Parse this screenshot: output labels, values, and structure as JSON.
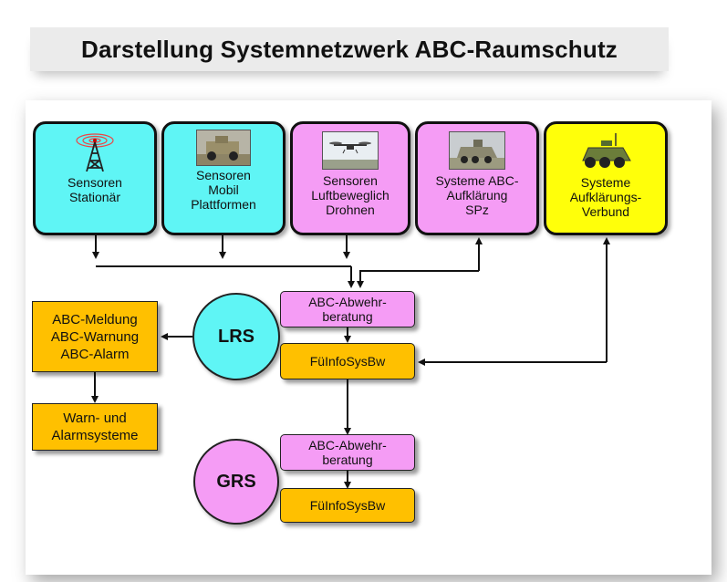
{
  "title": "Darstellung Systemnetzwerk ABC-Raumschutz",
  "sources": [
    {
      "id": "stationaer",
      "lines": [
        "Sensoren",
        "Stationär"
      ],
      "color": "#5ff5f5",
      "icon": "radio-tower-icon"
    },
    {
      "id": "mobil",
      "lines": [
        "Sensoren",
        "Mobil",
        "Plattformen"
      ],
      "color": "#5ff5f5",
      "icon": "armored-vehicle-photo"
    },
    {
      "id": "drohnen",
      "lines": [
        "Sensoren",
        "Luftbeweglich",
        "Drohnen"
      ],
      "color": "#f59cf5",
      "icon": "drone-photo"
    },
    {
      "id": "spz",
      "lines": [
        "Systeme ABC-",
        "Aufklärung",
        "SPz"
      ],
      "color": "#f59cf5",
      "icon": "recon-vehicle-photo"
    },
    {
      "id": "verbund",
      "lines": [
        "Systeme",
        "Aufklärungs-",
        "Verbund"
      ],
      "color": "#ffff0a",
      "icon": "recon-vehicle-icon"
    }
  ],
  "lrs": {
    "label": "LRS",
    "abwehr": [
      "ABC-Abwehr-",
      "beratung"
    ],
    "fuelinfo": "FüInfoSysBw"
  },
  "grs": {
    "label": "GRS",
    "abwehr": [
      "ABC-Abwehr-",
      "beratung"
    ],
    "fuelinfo": "FüInfoSysBw"
  },
  "outputs": {
    "meldung": [
      "ABC-Meldung",
      "ABC-Warnung",
      "ABC-Alarm"
    ],
    "warn": [
      "Warn- und",
      "Alarmsysteme"
    ]
  }
}
